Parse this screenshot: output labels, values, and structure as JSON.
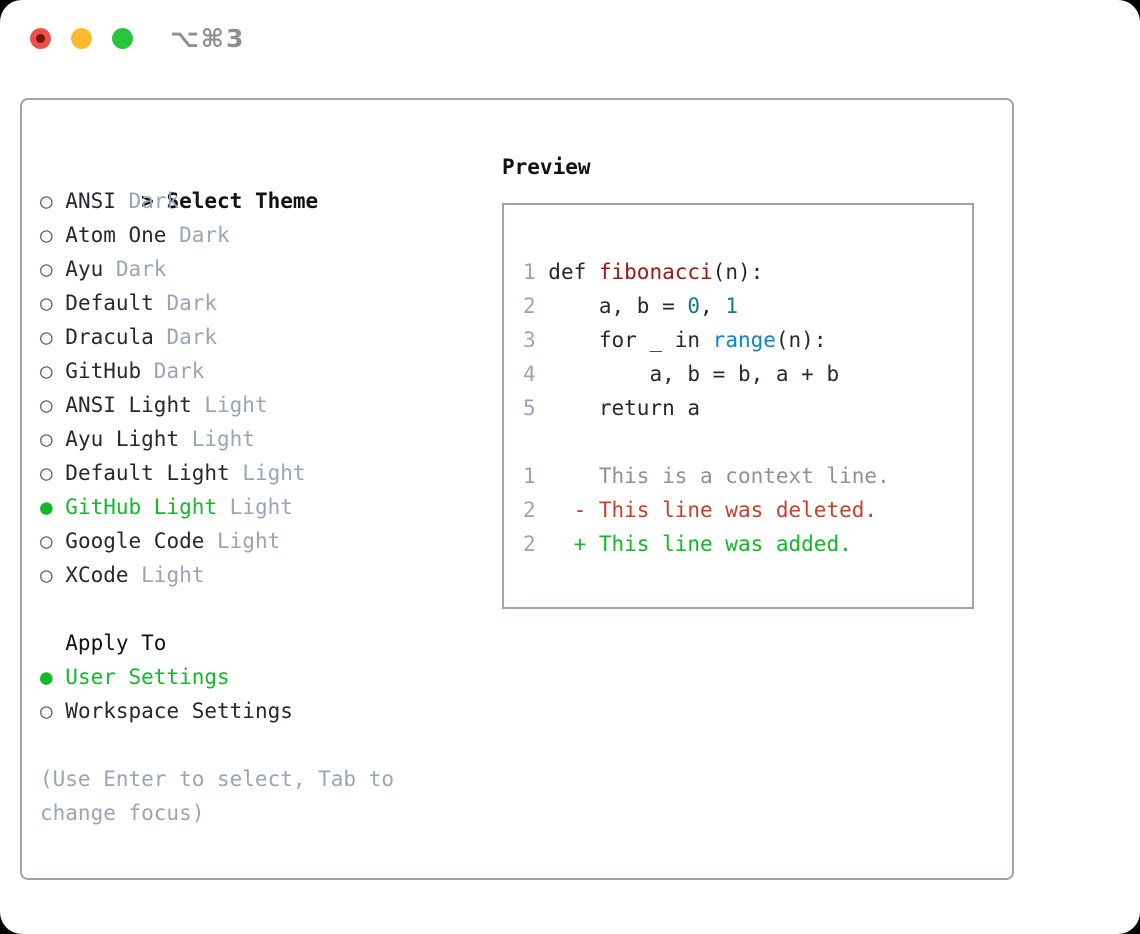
{
  "window": {
    "title": "⌥⌘3",
    "traffic_lights": {
      "close_color": "#ef5049",
      "close_dot_color": "#7a140d",
      "minimize_color": "#fcbb2e",
      "zoom_color": "#2bc43d"
    }
  },
  "theme_panel": {
    "select_header": {
      "prompt": ">",
      "label": "Select Theme"
    },
    "radio_selected_glyph": "●",
    "radio_unselected_glyph": "○",
    "themes": [
      {
        "name": "ANSI",
        "variant": "Dark",
        "selected": false
      },
      {
        "name": "Atom One",
        "variant": "Dark",
        "selected": false
      },
      {
        "name": "Ayu",
        "variant": "Dark",
        "selected": false
      },
      {
        "name": "Default",
        "variant": "Dark",
        "selected": false
      },
      {
        "name": "Dracula",
        "variant": "Dark",
        "selected": false
      },
      {
        "name": "GitHub",
        "variant": "Dark",
        "selected": false
      },
      {
        "name": "ANSI Light",
        "variant": "Light",
        "selected": false
      },
      {
        "name": "Ayu Light",
        "variant": "Light",
        "selected": false
      },
      {
        "name": "Default Light",
        "variant": "Light",
        "selected": false
      },
      {
        "name": "GitHub Light",
        "variant": "Light",
        "selected": true
      },
      {
        "name": "Google Code",
        "variant": "Light",
        "selected": false
      },
      {
        "name": "XCode",
        "variant": "Light",
        "selected": false
      }
    ],
    "apply_to": {
      "header": "Apply To",
      "options": [
        {
          "name": "User Settings",
          "selected": true
        },
        {
          "name": "Workspace Settings",
          "selected": false
        }
      ]
    },
    "hint": "(Use Enter to select, Tab to change focus)"
  },
  "preview": {
    "header": "Preview",
    "code_lines": [
      {
        "num": "1",
        "tokens": [
          {
            "text": "def ",
            "color": "fg"
          },
          {
            "text": "fibonacci",
            "color": "function"
          },
          {
            "text": "(n):",
            "color": "fg"
          }
        ]
      },
      {
        "num": "2",
        "tokens": [
          {
            "text": "    a, b = ",
            "color": "fg"
          },
          {
            "text": "0",
            "color": "number"
          },
          {
            "text": ", ",
            "color": "fg"
          },
          {
            "text": "1",
            "color": "number"
          }
        ]
      },
      {
        "num": "3",
        "tokens": [
          {
            "text": "    for _ in ",
            "color": "fg"
          },
          {
            "text": "range",
            "color": "builtin"
          },
          {
            "text": "(n):",
            "color": "fg"
          }
        ]
      },
      {
        "num": "4",
        "tokens": [
          {
            "text": "        a, b = b, a + b",
            "color": "fg"
          }
        ]
      },
      {
        "num": "5",
        "tokens": [
          {
            "text": "    return a",
            "color": "fg"
          }
        ]
      }
    ],
    "diff_lines": [
      {
        "num": "1",
        "text": "    This is a context line.",
        "type": "context"
      },
      {
        "num": "2",
        "text": "  - This line was deleted.",
        "type": "deleted"
      },
      {
        "num": "2",
        "text": "  + This line was added.",
        "type": "added"
      }
    ]
  },
  "colors": {
    "fg": "#24292f",
    "header": "#0f1216",
    "muted": "#9aa5b3",
    "circle": "#57606a",
    "green": "#13b92b",
    "border": "#9aa3af",
    "title": "#8e8e93",
    "function": "#a31515",
    "number": "#117c80",
    "builtin": "#0b86c5",
    "diff_context": "#8a9199",
    "diff_deleted": "#c5402b",
    "diff_added": "#10b926",
    "tl_close": "#ef5049",
    "tl_close_dot": "#7a140d",
    "tl_min": "#fcbb2e",
    "tl_zoom": "#2bc43d"
  }
}
